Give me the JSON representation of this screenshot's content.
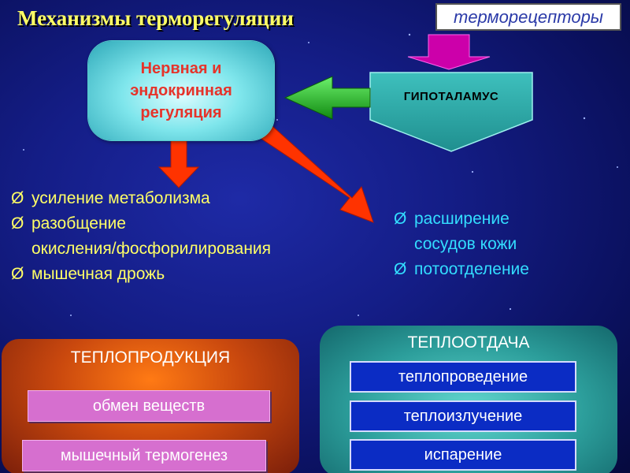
{
  "title": "Механизмы терморегуляции",
  "receptors_label": "терморецепторы",
  "neural_box": {
    "line1": "Нервная и",
    "line2": "эндокринная",
    "line3": "регуляция"
  },
  "hypothalamus_label": "ГИПОТАЛАМУС",
  "bullet_glyph": "Ø",
  "left_list": {
    "item1": "усиление метаболизма",
    "item2_line1": "разобщение",
    "item2_line2": "окисления/фосфорилирования",
    "item3": "мышечная дрожь"
  },
  "right_list": {
    "item1_line1": "расширение",
    "item1_line2": "сосудов кожи",
    "item2": "потоотделение"
  },
  "heat_production": {
    "heading": "ТЕПЛОПРОДУКЦИЯ",
    "items": [
      "обмен веществ",
      "мышечный термогенез"
    ]
  },
  "heat_loss": {
    "heading": "ТЕПЛООТДАЧА",
    "items": [
      "теплопроведение",
      "теплоизлучение",
      "испарение"
    ]
  },
  "colors": {
    "title": "#ffff66",
    "left_list_text": "#ffff66",
    "right_list_text": "#33ddff",
    "neural_text": "#e6332a",
    "red_arrow": "#ff3300",
    "green_arrow": "#1fb51f",
    "magenta_arrow": "#cc00aa",
    "hypothalamus_fill": "#2aa7a5",
    "pink_box": "#d66fcf",
    "blue_box": "#0b2cc4"
  }
}
